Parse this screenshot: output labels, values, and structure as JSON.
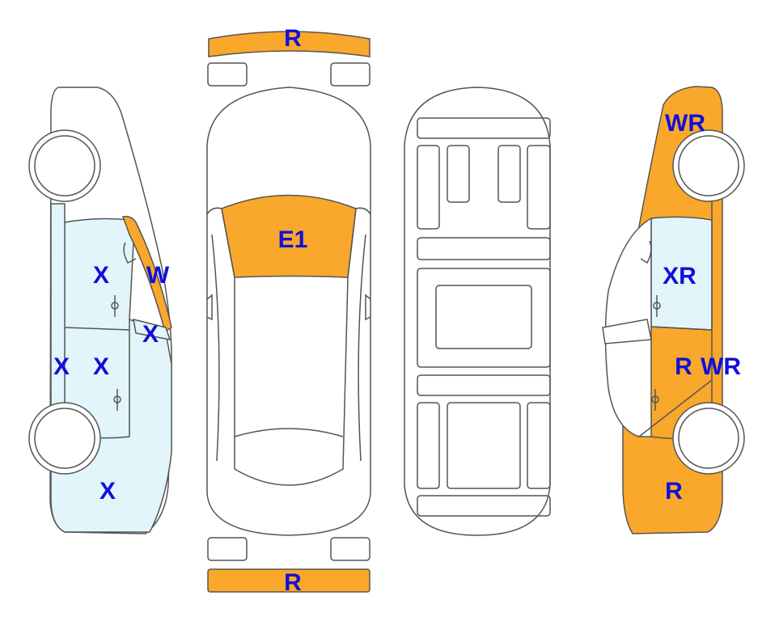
{
  "colors": {
    "damage": "#F9A82B",
    "light": "#E2F5FB",
    "outline": "#555555",
    "label": "#1010D8"
  },
  "labels": {
    "front_bumper": "R",
    "rear_bumper": "R",
    "windshield": "E1",
    "left_a_pillar": "W",
    "left_front_door": "X",
    "left_mirror": "X",
    "left_rocker": "X",
    "left_rear_door": "X",
    "left_rear_quarter": "X",
    "right_front_fender": "WR",
    "right_front_door": "XR",
    "right_rear_door_a": "R",
    "right_rear_door_b": "WR",
    "right_rear_quarter": "R"
  }
}
